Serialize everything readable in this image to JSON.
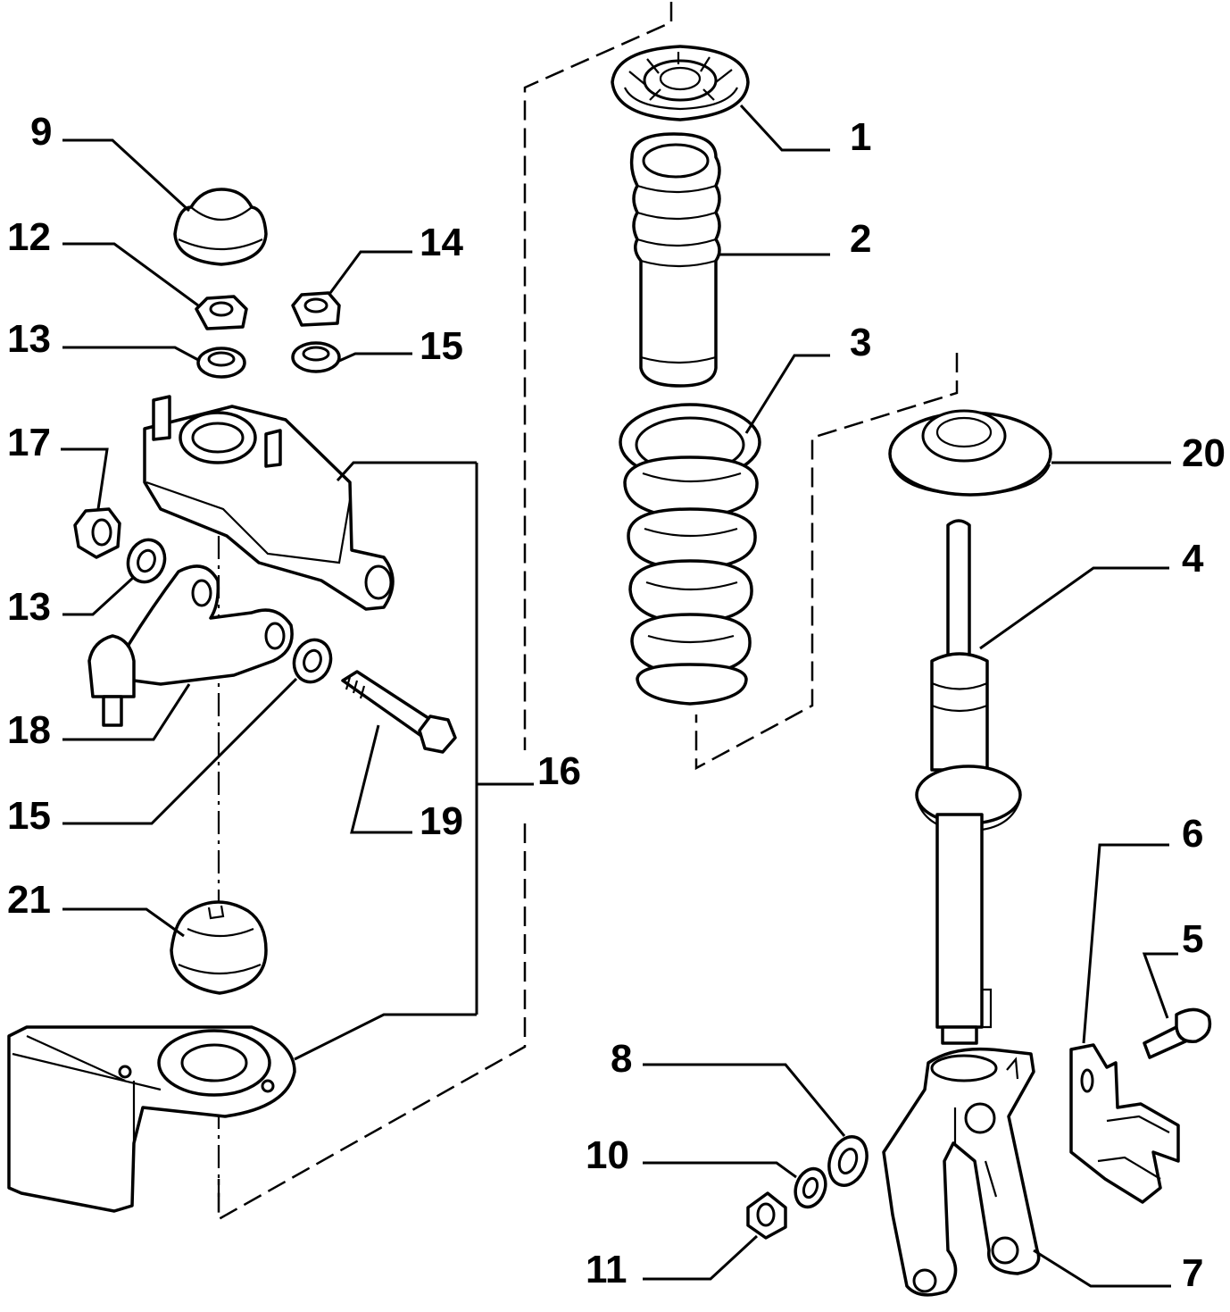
{
  "labels": {
    "p1": "1",
    "p2": "2",
    "p3": "3",
    "p4": "4",
    "p5": "5",
    "p6": "6",
    "p7": "7",
    "p8": "8",
    "p9": "9",
    "p10": "10",
    "p11": "11",
    "p12": "12",
    "p13a": "13",
    "p13b": "13",
    "p14": "14",
    "p15a": "15",
    "p15b": "15",
    "p16": "16",
    "p17": "17",
    "p18": "18",
    "p19": "19",
    "p20": "20",
    "p21": "21"
  }
}
